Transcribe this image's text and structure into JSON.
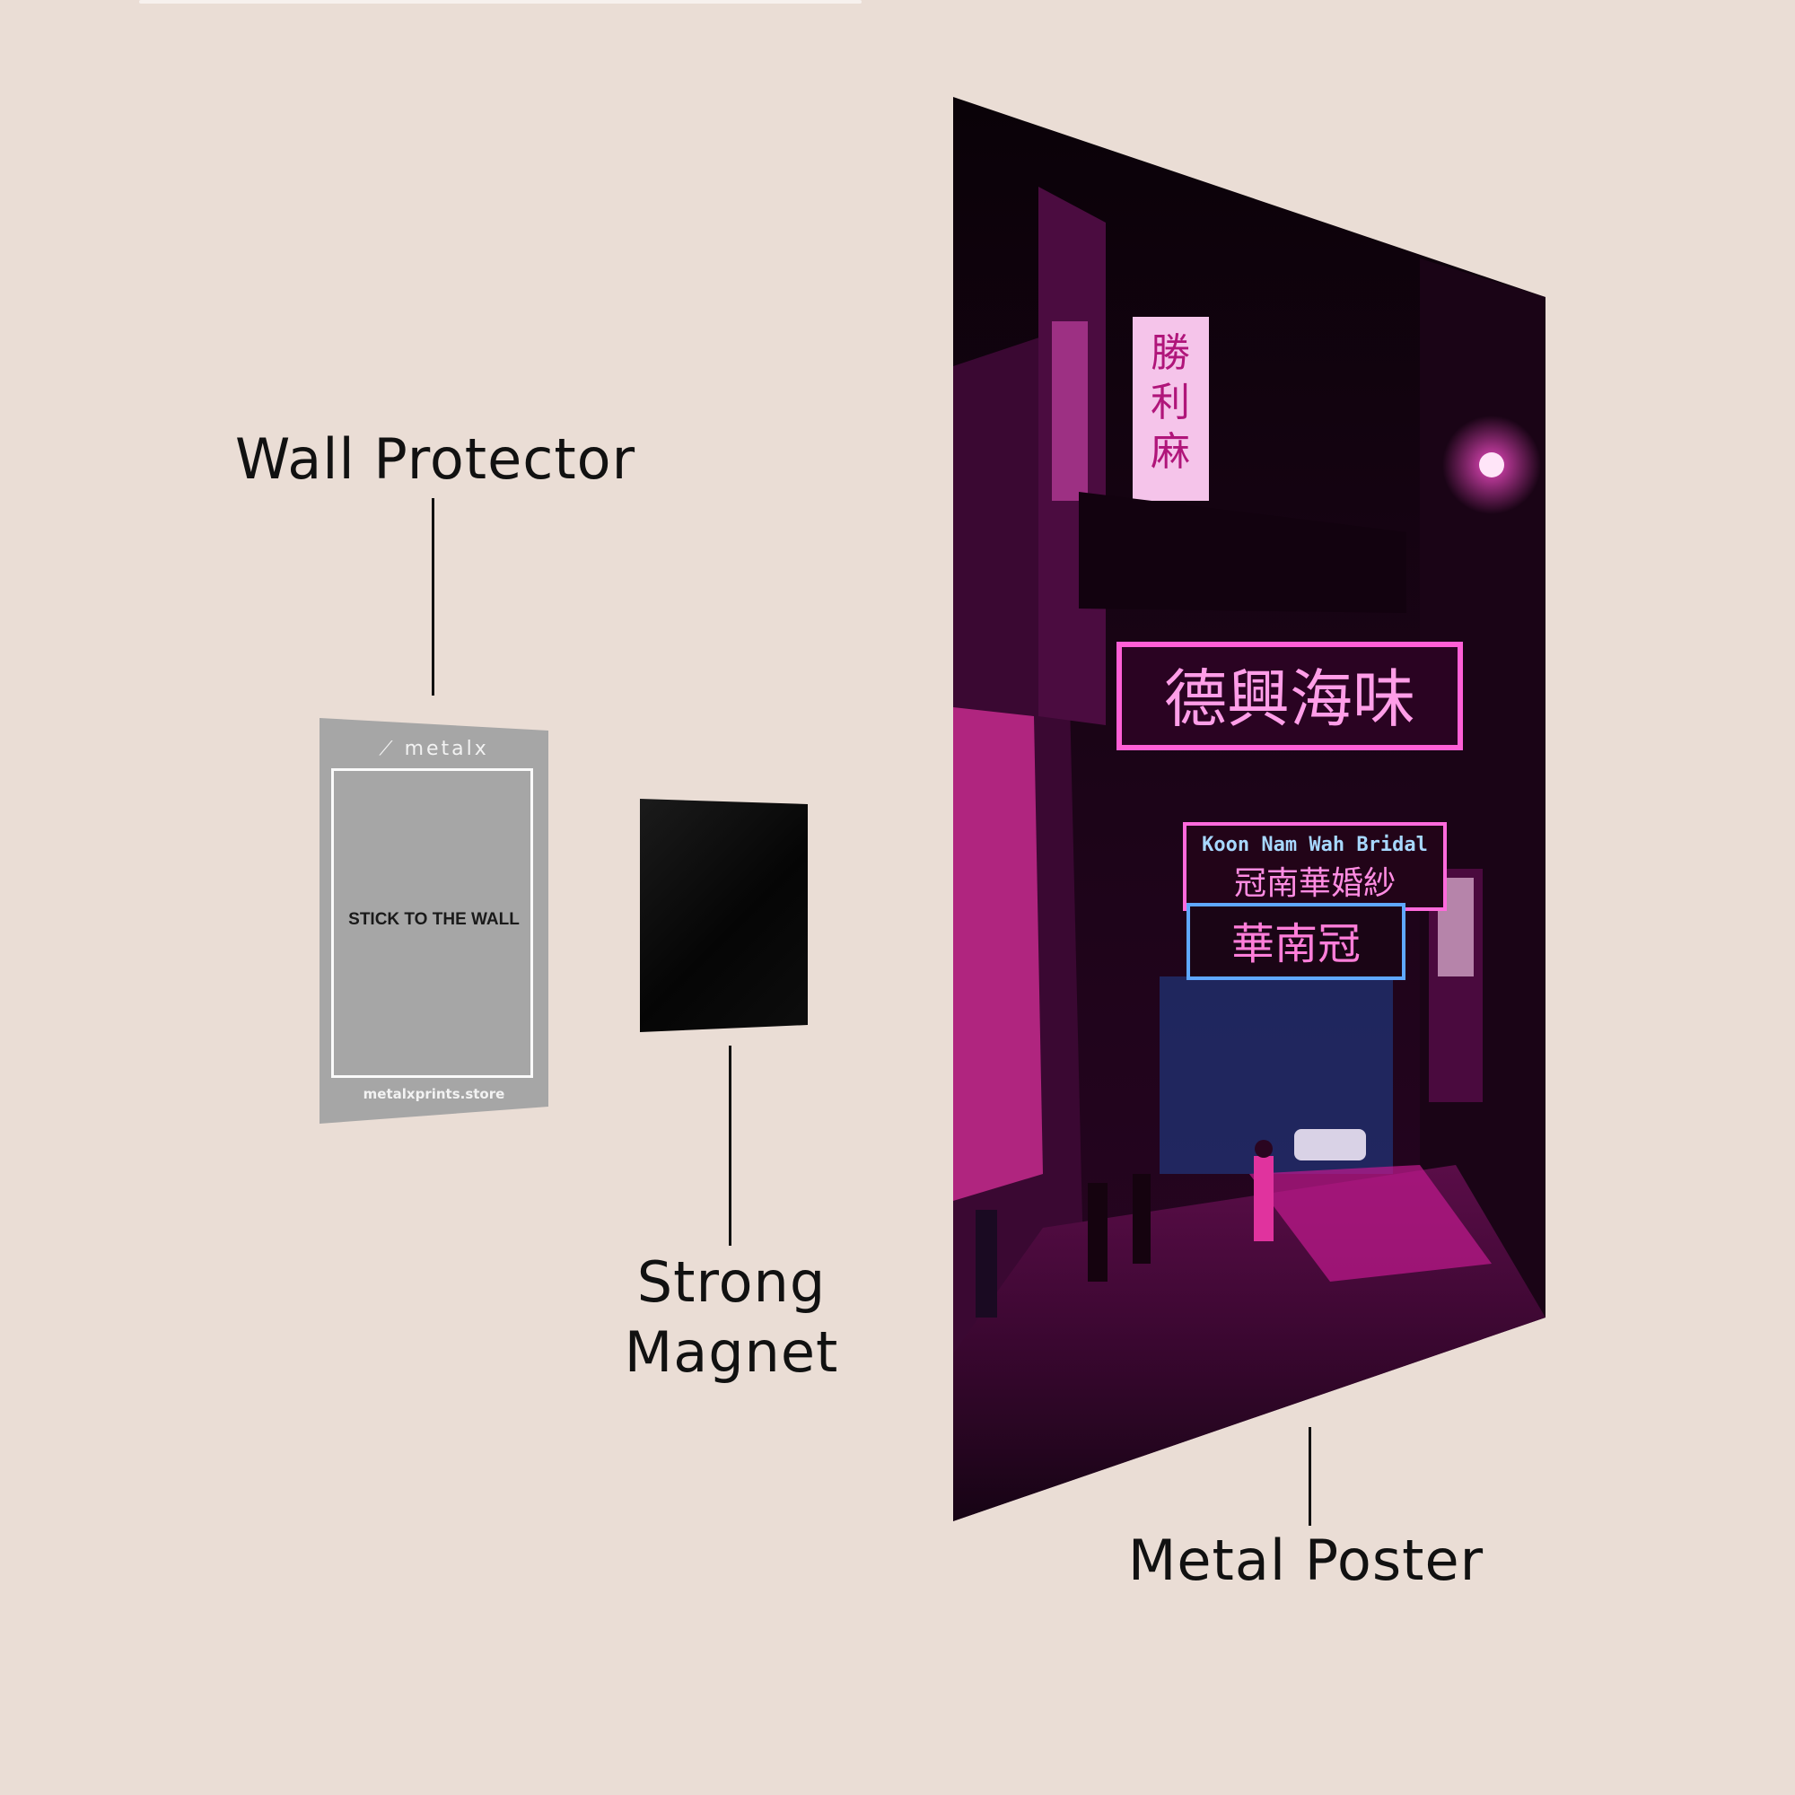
{
  "labels": {
    "wall_protector": "Wall Protector",
    "strong_magnet_line1": "Strong",
    "strong_magnet_line2": "Magnet",
    "metal_poster": "Metal Poster"
  },
  "wall_protector_card": {
    "brand": "metalx",
    "instruction": "STICK TO THE WALL",
    "website": "metalxprints.store"
  },
  "poster_signs": {
    "vertical_sign": "勝利麻",
    "main_sign": "德興海味",
    "bridal_english": "Koon Nam Wah Bridal",
    "bridal_chinese": "冠南華婚紗",
    "lower_sign": "華南冠"
  }
}
